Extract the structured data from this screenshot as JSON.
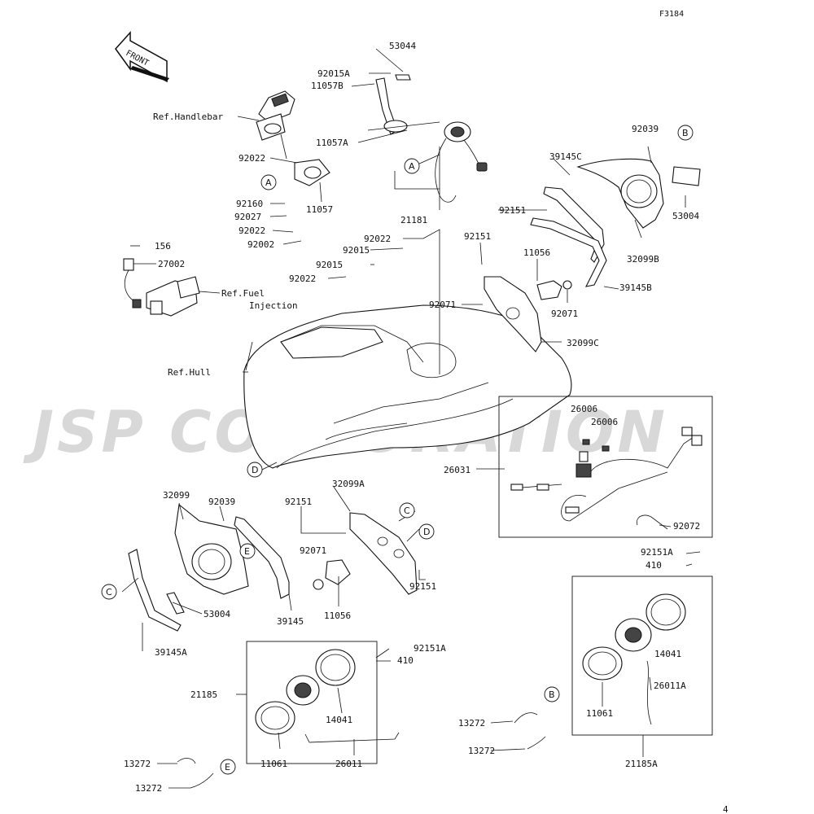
{
  "diagram": {
    "code": "F3184",
    "page_number": "4",
    "watermark": "JSP CORPORATION",
    "front_arrow_label": "FRONT",
    "ref_labels": {
      "handlebar": "Ref.Handlebar",
      "fuel_1": "Ref.Fuel",
      "fuel_2": "Injection",
      "hull": "Ref.Hull"
    },
    "tags": {
      "A": "A",
      "B": "B",
      "C": "C",
      "D": "D",
      "E": "E"
    },
    "parts": {
      "p53044": "53044",
      "p92015A": "92015A",
      "p11057B": "11057B",
      "p11057A": "11057A",
      "p92022": "92022",
      "p11057": "11057",
      "p92160": "92160",
      "p92027": "92027",
      "p92002": "92002",
      "p21181": "21181",
      "p156": "156",
      "p27002": "27002",
      "p92015": "92015",
      "p92071": "92071",
      "p92151": "92151",
      "p11056": "11056",
      "p39145C": "39145C",
      "p92039": "92039",
      "p53004": "53004",
      "p32099B": "32099B",
      "p39145B": "39145B",
      "p32099C": "32099C",
      "p26006": "26006",
      "p26031": "26031",
      "p92072": "92072",
      "p32099": "32099",
      "p32099A": "32099A",
      "p39145": "39145",
      "p39145A": "39145A",
      "p92151A": "92151A",
      "p410": "410",
      "p14041": "14041",
      "p11061": "11061",
      "p26011A": "26011A",
      "p13272": "13272",
      "p21185A": "21185A",
      "p21185": "21185",
      "p26011": "26011"
    }
  }
}
